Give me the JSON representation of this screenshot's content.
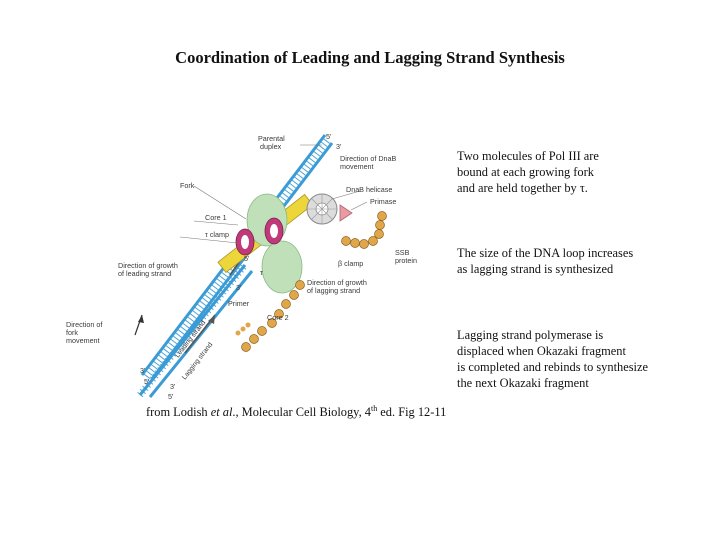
{
  "slide": {
    "title": "Coordination of Leading and Lagging Strand Synthesis"
  },
  "figure": {
    "labels": {
      "five_prime_top": "5'",
      "three_prime_top": "3'",
      "parental_duplex": "Parental\nduplex",
      "direction_dnab": "Direction of DnaB\nmovement",
      "dnab_helicase": "DnaB helicase",
      "primase": "Primase",
      "fork": "Fork",
      "core1": "Core 1",
      "tau_clamp": "τ clamp",
      "tau": "τ",
      "ssb_protein": "SSB\nprotein",
      "beta_clamp": "β clamp",
      "direction_leading": "Direction of growth\nof leading strand",
      "direction_lagging": "Direction of growth\nof lagging strand",
      "primer": "Primer",
      "core2": "Core 2",
      "direction_fork": "Direction of\nfork\nmovement",
      "leading_strand": "Leading strand",
      "lagging_strand": "Lagging strand",
      "three_prime_bottom": "3'",
      "five_prime_bottom_a": "5'",
      "five_prime_bottom_b": "5'",
      "three_prime_bottom_b": "3'",
      "three_prime_mid": "3'",
      "five_prime_mid": "5'"
    },
    "colors": {
      "dna_blue": "#3a9bd5",
      "pol_green": "#bfe0b8",
      "clamp_pink": "#c03a7a",
      "tau_yellow": "#ecd63a",
      "ssb_orange": "#e2a64a",
      "primase_pink": "#e99aa2",
      "helicase_grey": "#b9b9b9"
    }
  },
  "notes": {
    "note1": "Two molecules of Pol III are\nbound at each growing fork\nand are held together by τ.",
    "note2": "The size of the DNA loop increases\nas lagging strand is synthesized",
    "note3": "Lagging strand polymerase is\ndisplaced when Okazaki fragment\nis completed and rebinds to synthesize\nthe next Okazaki fragment"
  },
  "citation": {
    "prefix": "from Lodish ",
    "italic": "et al",
    "middle": "., Molecular Cell Biology, 4",
    "sup": "th",
    "suffix": " ed. Fig 12-11"
  }
}
